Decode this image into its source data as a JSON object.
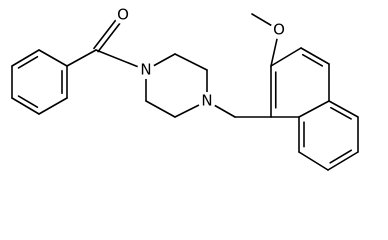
{
  "diagram": {
    "type": "chemical-structure",
    "atom_labels": {
      "carbonyl_oxygen": "O",
      "methoxy_oxygen": "O",
      "piperazine_n1": "N",
      "piperazine_n4": "N"
    },
    "colors": {
      "bond": "#000000",
      "background": "#ffffff"
    }
  }
}
